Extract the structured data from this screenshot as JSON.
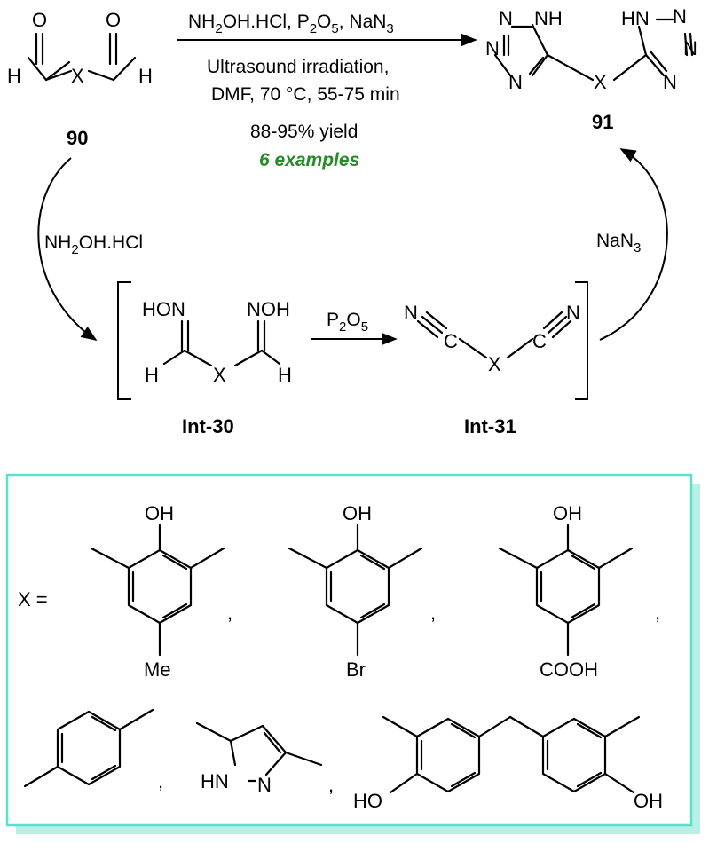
{
  "reaction": {
    "reagents_main": [
      "NH",
      "2",
      "OH.HCl, P",
      "2",
      "O",
      "5",
      ", NaN",
      "3"
    ],
    "condition_line1": "Ultrasound irradiation,",
    "condition_line2": "DMF, 70 °C, 55-75 min",
    "yield": "88-95% yield",
    "examples": "6 examples",
    "step1_reagent": [
      "NH",
      "2",
      "OH.HCl"
    ],
    "step2_reagent": [
      "P",
      "2",
      "O",
      "5"
    ],
    "step3_reagent": [
      "NaN",
      "3"
    ]
  },
  "compounds": {
    "start_label": "90",
    "product_label": "91",
    "int30_label": "Int-30",
    "int31_label": "Int-31"
  },
  "atoms": {
    "O": "O",
    "H": "H",
    "X": "X",
    "N": "N",
    "NH": "NH",
    "HN": "HN",
    "HON": "HON",
    "NOH": "NOH",
    "OH": "OH",
    "HO": "HO",
    "Me": "Me",
    "Br": "Br",
    "COOH": "COOH",
    "comma": ","
  },
  "substituent_box": {
    "x_equals": "X =",
    "border_color": "#5ce0cc",
    "shadow_color": "#b8f0e6"
  },
  "colors": {
    "highlight": "#2a8a2a"
  }
}
